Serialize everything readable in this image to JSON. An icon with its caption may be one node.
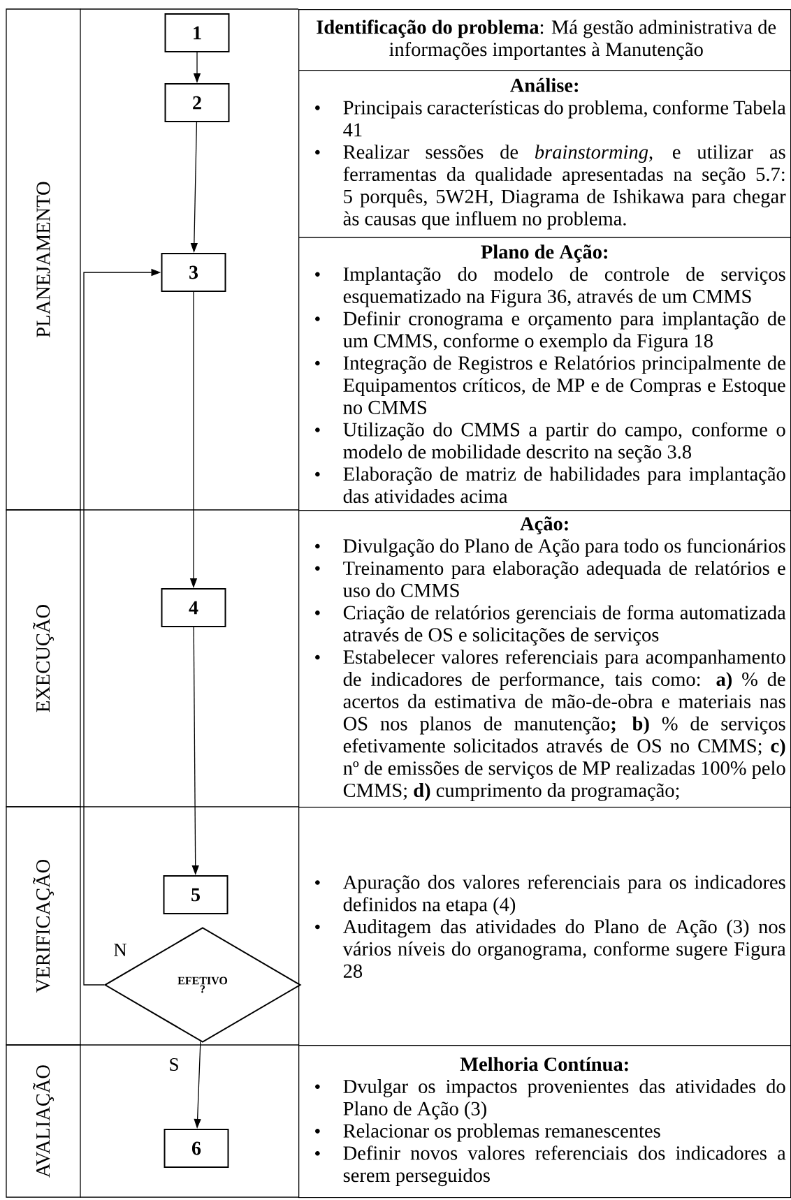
{
  "diagram": {
    "nodes": [
      {
        "text": [
          "PLANEJAMENTO"
        ]
      },
      {
        "text": [
          "EXECUÇÃO"
        ]
      },
      {
        "text": [
          "VERIFICAÇÃO"
        ]
      },
      {
        "text": [
          "AVALIAÇÃO"
        ]
      },
      {
        "text": [
          "1"
        ]
      },
      {
        "text": [
          "2"
        ]
      },
      {
        "text": [
          "3"
        ]
      },
      {
        "text": [
          "4"
        ]
      },
      {
        "text": [
          "5"
        ]
      },
      {
        "text": [
          "EFETIVO ?"
        ]
      },
      {
        "text": [
          "6"
        ]
      },
      {
        "text": [
          "**Identificação do problema**: Má gestão administrativa de informações importantes à Manutenção"
        ]
      },
      {
        "text": [
          "Análise:",
          "Principais características do problema, conforme Tabela 41",
          "Realizar sessões de *brainstorming*, e utilizar as ferramentas da qualidade apresentadas na seção 5.7: 5 porquês, 5W2H, Diagrama de Ishikawa para chegar às causas que influem no problema."
        ]
      },
      {
        "text": [
          "Plano de Ação:",
          "Implantação do modelo de controle de serviços esquematizado na Figura 36, através de um CMMS",
          "Definir cronograma e orçamento para implantação de um CMMS, conforme o exemplo da Figura 18",
          "Integração de Registros e Relatórios principalmente de Equipamentos críticos, de MP e de Compras e Estoque no CMMS",
          "Utilização do CMMS a partir do campo, conforme o modelo de mobilidade descrito na seção 3.8",
          "Elaboração de matriz de habilidades para implantação das atividades acima"
        ]
      },
      {
        "text": [
          "Ação:",
          "Divulgação do Plano de Ação para todo os funcionários",
          "Treinamento para elaboração adequada de relatórios e uso do CMMS",
          "Criação de relatórios gerenciais de forma automatizada através de OS e solicitações de serviços",
          "Estabelecer valores referenciais para acompanhamento de indicadores de performance, tais como: **a)** % de acertos da estimativa de mão-de-obra e materiais nas OS nos planos de manutenção**; b)** % de serviços efetivamente solicitados através de OS no CMMS; **c)** nº de emissões de serviços de MP realizadas 100% pelo CMMS; **d)** cumprimento da programação;"
        ]
      },
      {
        "text": [
          "Apuração dos valores referenciais para os indicadores definidos na etapa (4)",
          "Auditagem das atividades do Plano de Ação (3) nos vários níveis do organograma, conforme sugere Figura 28"
        ]
      },
      {
        "text": [
          "Melhoria Contínua:",
          "Dvulgar os impactos provenientes das atividades do Plano de Ação (3)",
          "Relacionar os problemas remanescentes",
          "Definir novos valores referenciais dos indicadores a serem perseguidos"
        ]
      }
    ],
    "edges": [
      {
        "from": 4,
        "to": 5,
        "arrow": "to"
      },
      {
        "from": 5,
        "to": 6,
        "arrow": "to"
      },
      {
        "from": 6,
        "to": 7,
        "arrow": "to"
      },
      {
        "from": 7,
        "to": 8,
        "arrow": "to"
      },
      {
        "from": 9,
        "to": 6,
        "arrow": "to",
        "label": "N"
      },
      {
        "from": 9,
        "to": 10,
        "arrow": "to",
        "label": "S"
      }
    ]
  }
}
